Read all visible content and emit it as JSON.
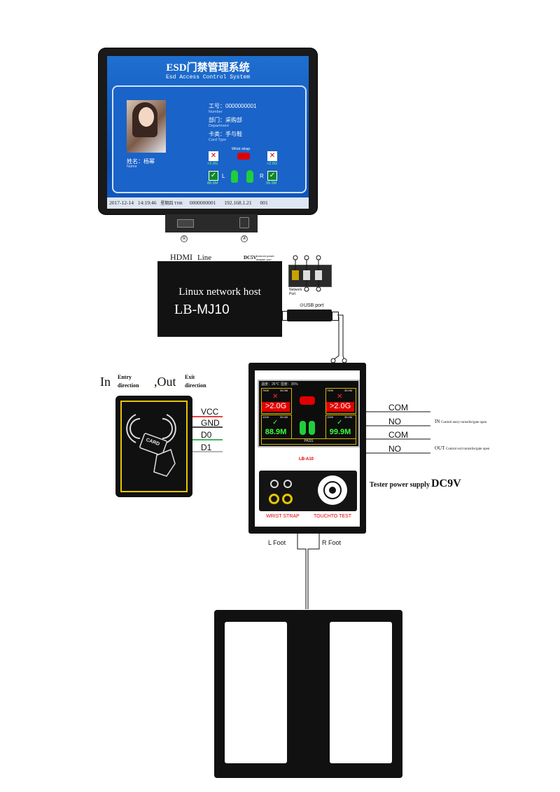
{
  "monitor": {
    "title": "ESD门禁管理系统",
    "subtitle": "Esd Access Control System",
    "fields": [
      {
        "label": "工号：0000000001",
        "sub": "Number"
      },
      {
        "label": "部门：采购部",
        "sub": "Department"
      },
      {
        "label": "卡类：手与鞋",
        "sub": "Card Type"
      }
    ],
    "name_label": "姓名：杨幂",
    "name_sub": "Name",
    "wrist_strap": "Wrist strap",
    "left_value": ">2.0G",
    "right_value": ">2.0G",
    "left_foot_letter": "L",
    "right_foot_letter": "R",
    "left_foot_value": "88.9M",
    "right_foot_value": "99.9M",
    "status": {
      "date": "2017-12-14",
      "time": "14:19:46",
      "weekday": "星期四 THR",
      "number": "0000000001",
      "ip": "192.168.1.21",
      "code": "001"
    },
    "ports": [
      "①",
      "②"
    ]
  },
  "host": {
    "hdmi_label": "HDMI",
    "line_label": "Line",
    "dc_label": "DC5V",
    "dc_note": "Android power adapter port",
    "name": "Linux network host",
    "model_a": "LB-",
    "model_b": "MJ10",
    "network_port": "Network Port",
    "usb_label": "USB port"
  },
  "reader": {
    "in_label": "In",
    "in_sub_1": "Entry",
    "in_sub_2": "direction",
    "out_label": ",Out",
    "out_sub_1": "Exit",
    "out_sub_2": "direction",
    "card_text": "CARD",
    "pins": [
      "VCC",
      "GND",
      "D0",
      "D1"
    ],
    "pin_colors": [
      "#e00000",
      "#111111",
      "#0a9a2a",
      "#9a9a9a"
    ]
  },
  "tester": {
    "model": "LB-A10",
    "screen_top": "温度：26℃    湿度：35%",
    "cell_labels": [
      "750K",
      "35.0M",
      "750K",
      "35.0M",
      "100K",
      "35.0M",
      "100K",
      "35.0M"
    ],
    "left_value": ">2.0G",
    "right_value": ">2.0G",
    "left_foot_value": "88.9M",
    "right_foot_value": "99.9M",
    "pass_text": "PASS",
    "wrist_strap": "WRIST STRAP",
    "touch": "TOUCHTO TEST",
    "power_label": "Tester power supply",
    "power_value": "DC9V",
    "relay_lines": [
      "COM",
      "NO",
      "COM",
      "NO"
    ],
    "in_note_a": "IN",
    "in_note_b": "Control entry turnstile/gate open",
    "out_note_a": "OUT",
    "out_note_b": "Control exit turnstile/gate open"
  },
  "foot": {
    "left": "L Foot",
    "right": "R Foot"
  },
  "colors": {
    "screen_blue": "#0b4fb0",
    "yellow_frame": "#e6c600",
    "red": "#e00000",
    "green": "#0c8a2c"
  }
}
